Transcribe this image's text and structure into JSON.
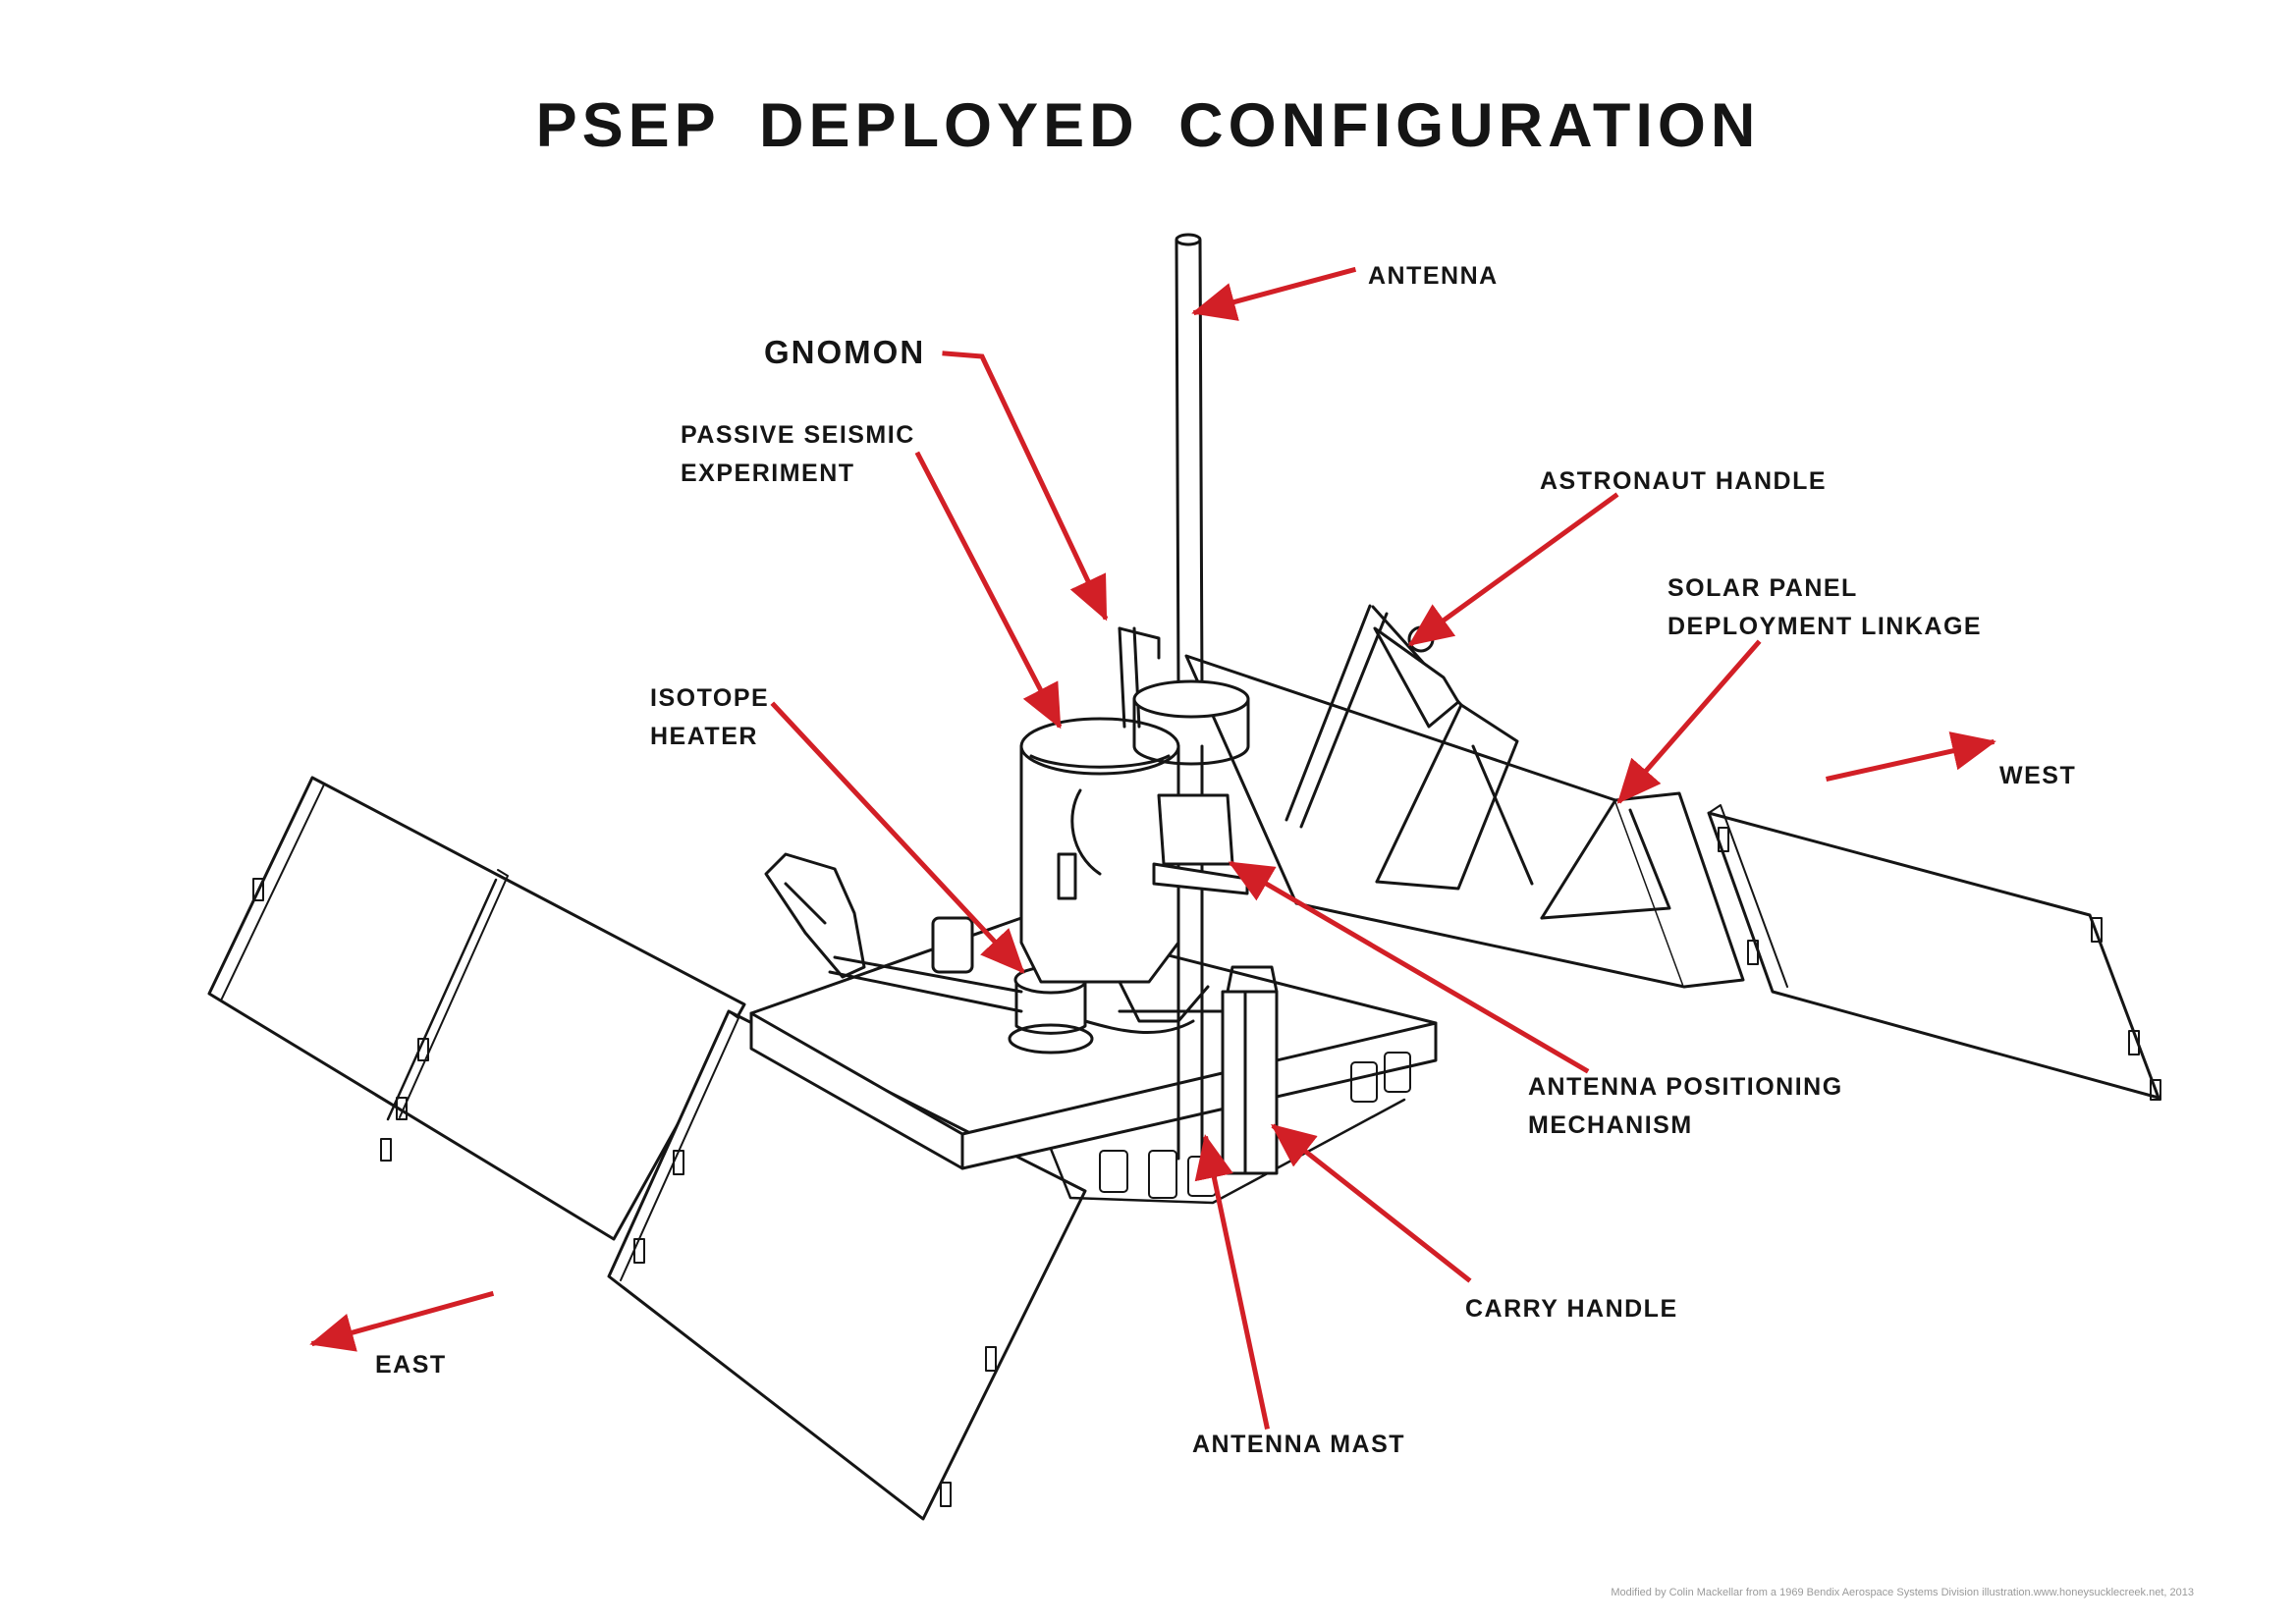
{
  "title": "PSEP DEPLOYED CONFIGURATION",
  "labels": {
    "antenna": "ANTENNA",
    "gnomon": "GNOMON",
    "passive_seismic_1": "PASSIVE SEISMIC",
    "passive_seismic_2": "EXPERIMENT",
    "astronaut_handle": "ASTRONAUT HANDLE",
    "solar_linkage_1": "SOLAR PANEL",
    "solar_linkage_2": "DEPLOYMENT LINKAGE",
    "isotope_1": "ISOTOPE",
    "isotope_2": "HEATER",
    "west": "WEST",
    "east": "EAST",
    "antenna_positioning_1": "ANTENNA POSITIONING",
    "antenna_positioning_2": "MECHANISM",
    "carry_handle": "CARRY HANDLE",
    "antenna_mast": "ANTENNA MAST"
  },
  "credit": "Modified by Colin Mackellar from a 1969 Bendix Aerospace Systems Division illustration.www.honeysucklecreek.net, 2013",
  "colors": {
    "leader": "#d21f26",
    "ink": "#151515",
    "credit": "#9a9a9a"
  }
}
